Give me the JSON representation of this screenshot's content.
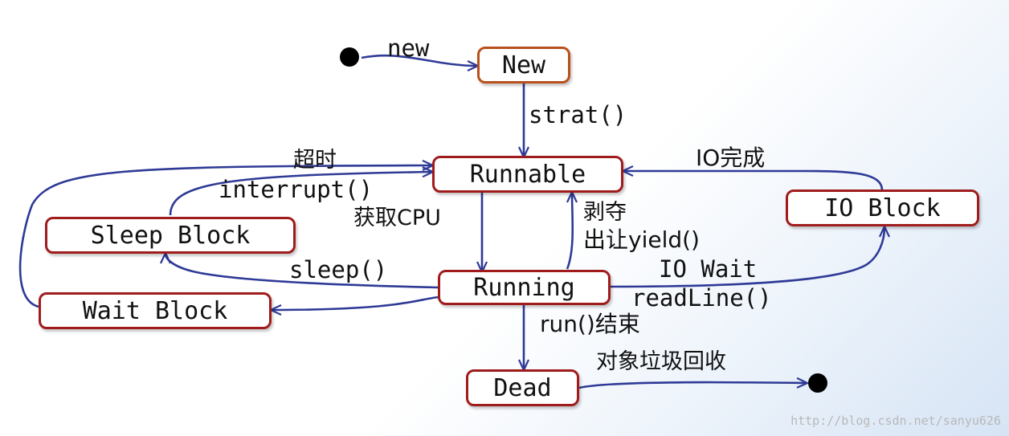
{
  "states": {
    "new": "New",
    "runnable": "Runnable",
    "running": "Running",
    "sleep_block": "Sleep Block",
    "wait_block": "Wait Block",
    "io_block": "IO Block",
    "dead": "Dead"
  },
  "transitions": {
    "new": "new",
    "start": "strat()",
    "timeout": "超时",
    "interrupt": "interrupt()",
    "get_cpu": "获取CPU",
    "preempt": "剥夺",
    "yield": "出让yield()",
    "io_done": "IO完成",
    "sleep": "sleep()",
    "io_wait": "IO Wait",
    "readline": "readLine()",
    "run_end": "run()结束",
    "gc": "对象垃圾回收"
  },
  "colors": {
    "arrow": "#2e3a96",
    "state_border": "#a01c1c",
    "dot": "#000000"
  },
  "watermark": "http://blog.csdn.net/sanyu626"
}
